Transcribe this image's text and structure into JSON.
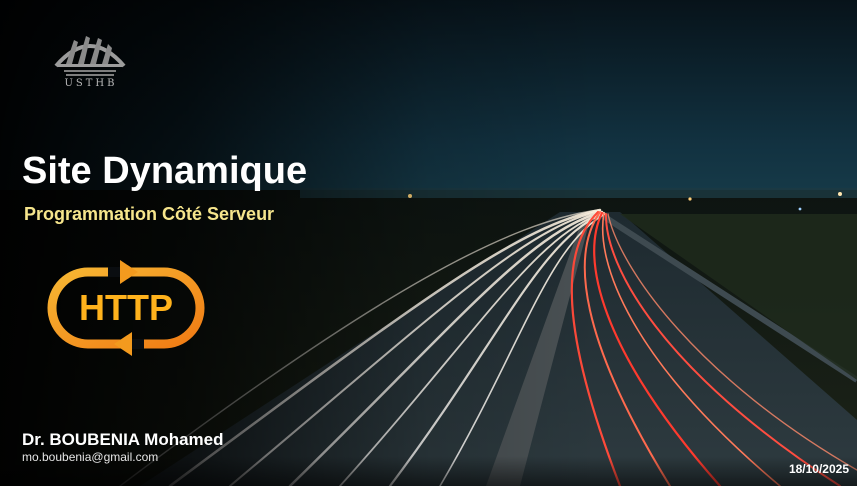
{
  "logo": {
    "caption": "USTHB",
    "icon": "university-logo-icon"
  },
  "title": "Site Dynamique",
  "subtitle": "Programmation Côté Serveur",
  "badge": {
    "text": "HTTP",
    "icon": "http-cycle-arrows-icon"
  },
  "author": {
    "name": "Dr. BOUBENIA Mohamed",
    "email": "mo.boubenia@gmail.com"
  },
  "date": "18/10/2025",
  "colors": {
    "title": "#ffffff",
    "subtitle": "#f6e58c",
    "badge_orange": "#f39a1e",
    "badge_text": "#ffb21c"
  }
}
